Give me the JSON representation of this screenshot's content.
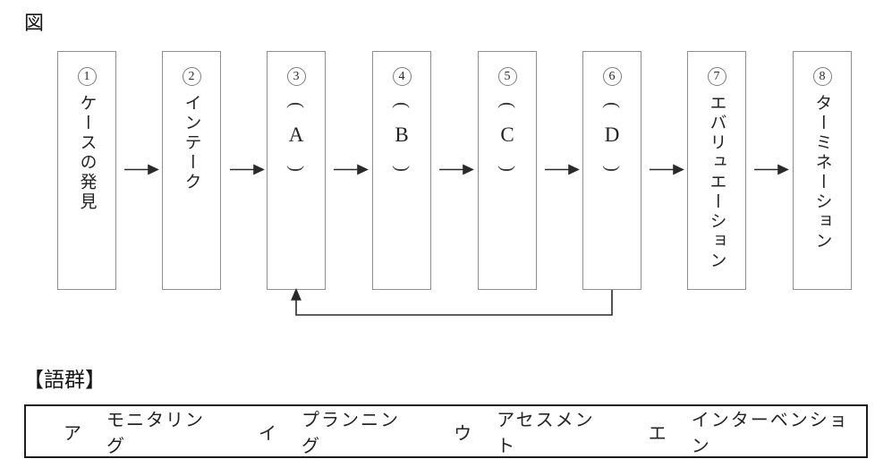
{
  "figure_label": "図",
  "flow": {
    "paren_open": "(",
    "paren_close": ")",
    "steps": [
      {
        "number": "1",
        "text": "ケースの発見"
      },
      {
        "number": "2",
        "text": "インテーク"
      },
      {
        "number": "3",
        "letter": "A"
      },
      {
        "number": "4",
        "letter": "B"
      },
      {
        "number": "5",
        "letter": "C"
      },
      {
        "number": "6",
        "letter": "D"
      },
      {
        "number": "7",
        "text": "エバリュエーション"
      },
      {
        "number": "8",
        "text": "ターミネーション"
      }
    ]
  },
  "word_group": {
    "heading": "【語群】",
    "options": [
      {
        "label": "ア",
        "word": "モニタリング"
      },
      {
        "label": "イ",
        "word": "プランニング"
      },
      {
        "label": "ウ",
        "word": "アセスメント"
      },
      {
        "label": "エ",
        "word": "インターベンション"
      }
    ]
  },
  "colors": {
    "box_border": "#8f8f8f",
    "word_box_border": "#1c1c1c",
    "arrow": "#2a2a2a",
    "text": "#242424"
  }
}
